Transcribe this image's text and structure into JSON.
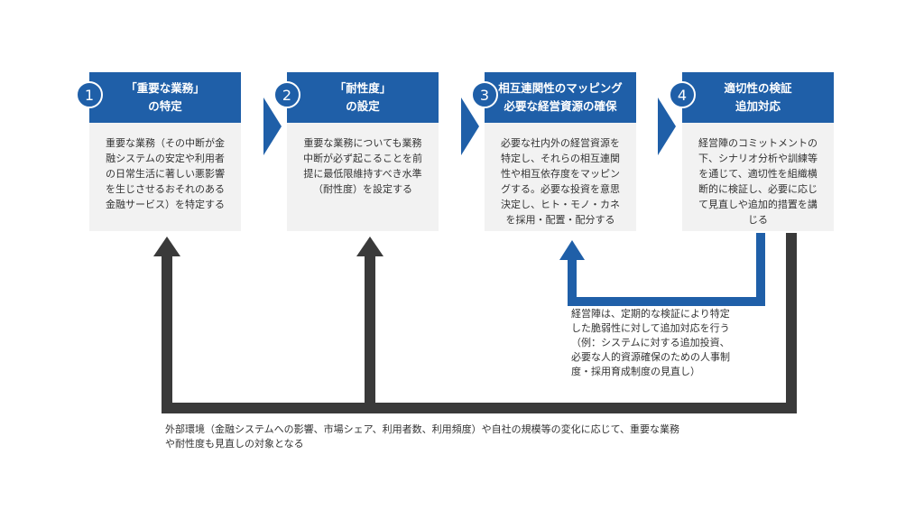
{
  "colors": {
    "accent": "#1f5fa8",
    "box_bg": "#f2f2f2",
    "dark_arrow": "#3a3a3a"
  },
  "steps": [
    {
      "number": "1",
      "title_lines": [
        "「重要な業務」",
        "の特定"
      ],
      "body_lines": [
        "重要な業務（その中断が金",
        "融システムの安定や利用者",
        "の日常生活に著しい悪影響",
        "を生じさせるおそれのある",
        "金融サービス）を特定する"
      ]
    },
    {
      "number": "2",
      "title_lines": [
        "「耐性度」",
        "の設定"
      ],
      "body_lines": [
        "重要な業務についても業務",
        "中断が必ず起こることを前",
        "提に最低限維持すべき水準",
        "（耐性度）を設定する"
      ]
    },
    {
      "number": "3",
      "title_lines": [
        "相互連関性のマッピング",
        "必要な経営資源の確保"
      ],
      "body_lines": [
        "必要な社内外の経営資源を",
        "特定し、それらの相互連関",
        "性や相互依存度をマッピン",
        "グする。必要な投資を意思",
        "決定し、ヒト・モノ・カネ",
        "を採用・配置・配分する"
      ]
    },
    {
      "number": "4",
      "title_lines": [
        "適切性の検証",
        "追加対応"
      ],
      "body_lines": [
        "経営陣のコミットメントの",
        "下、シナリオ分析や訓練等",
        "を通じて、適切性を組織横",
        "断的に検証し、必要に応じ",
        "て見直しや追加的措置を講",
        "じる"
      ]
    }
  ],
  "feedback_note_lines": [
    "経営陣は、定期的な検証により特定",
    "した脆弱性に対して追加対応を行う",
    "（例：システムに対する追加投資、",
    "必要な人的資源確保のための人事制",
    "度・採用育成制度の見直し）"
  ],
  "bottom_note_lines": [
    "外部環境（金融システムへの影響、市場シェア、利用者数、利用頻度）や自社の規模等の変化に応じて、重要な業務",
    "や耐性度も見直しの対象となる"
  ]
}
